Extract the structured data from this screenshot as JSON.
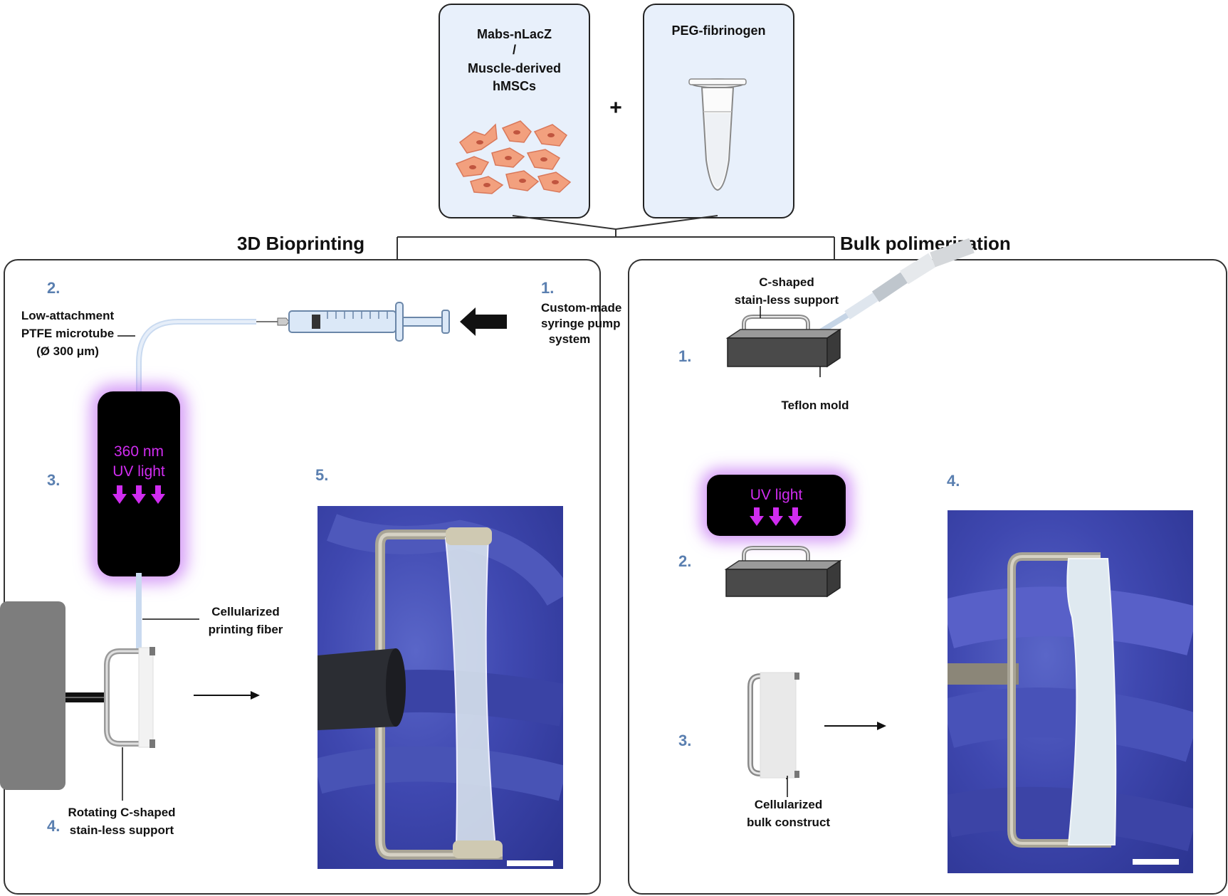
{
  "top": {
    "cells_box": {
      "line1": "Mabs-nLacZ",
      "line2": "/",
      "line3": "Muscle-derived",
      "line4": "hMSCs"
    },
    "plus": "+",
    "peg_box": {
      "label": "PEG-fibrinogen"
    }
  },
  "left_panel": {
    "title": "3D Bioprinting",
    "steps": [
      "1.",
      "2.",
      "3.",
      "4.",
      "5."
    ],
    "pump_label": [
      "Custom-made",
      "syringe pump",
      "system"
    ],
    "tube_label": [
      "Low-attachment",
      "PTFE microtube",
      "(Ø 300 μm)"
    ],
    "uv_text": [
      "360 nm",
      "UV light"
    ],
    "fiber_label": [
      "Cellularized",
      "printing fiber"
    ],
    "support_label": [
      "Rotating C-shaped",
      "stain-less support"
    ]
  },
  "right_panel": {
    "title": "Bulk polimerization",
    "steps": [
      "1.",
      "2.",
      "3.",
      "4."
    ],
    "support_label": [
      "C-shaped",
      "stain-less support"
    ],
    "mold_label": "Teflon mold",
    "uv_text": "UV light",
    "construct_label": [
      "Cellularized",
      "bulk construct"
    ]
  },
  "colors": {
    "box_fill": "#e8f0fb",
    "step_number": "#5a7fb0",
    "uv_text": "#d02cf0",
    "uv_glow": "#b44ff0",
    "glove": "#3f48b0"
  }
}
